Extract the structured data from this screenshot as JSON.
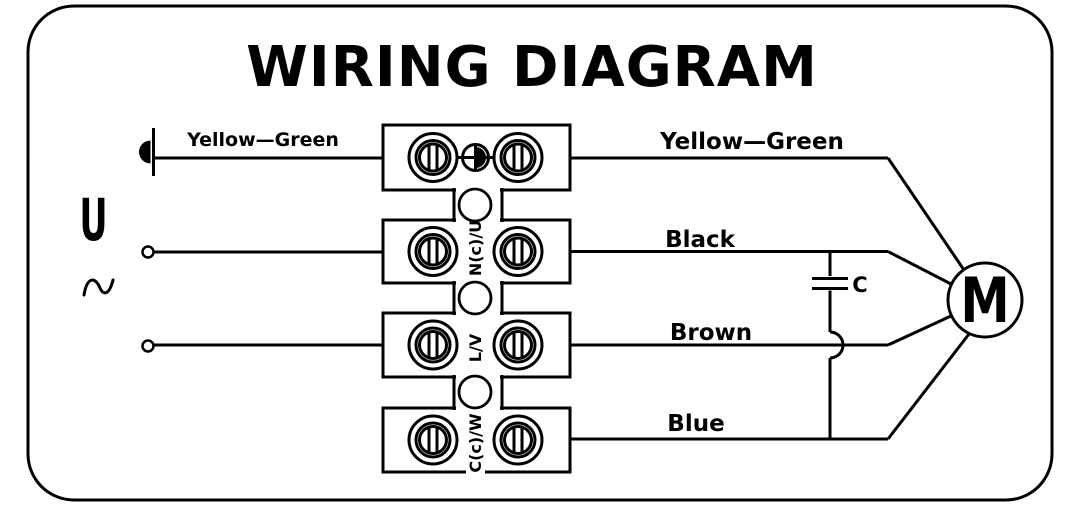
{
  "title": "WIRING DIAGRAM",
  "power_source": {
    "voltage_label": "U",
    "ac_symbol": "~"
  },
  "wires": {
    "left_label": "Yellow—Green",
    "right": [
      "Yellow—Green",
      "Black",
      "Brown",
      "Blue"
    ]
  },
  "terminal_block": {
    "terminals": [
      "N(c)/U",
      "L/V",
      "C(c)/W"
    ]
  },
  "capacitor": {
    "label": "C"
  },
  "motor": {
    "label": "M"
  },
  "colors": {
    "line": "#000000",
    "background": "#ffffff"
  }
}
